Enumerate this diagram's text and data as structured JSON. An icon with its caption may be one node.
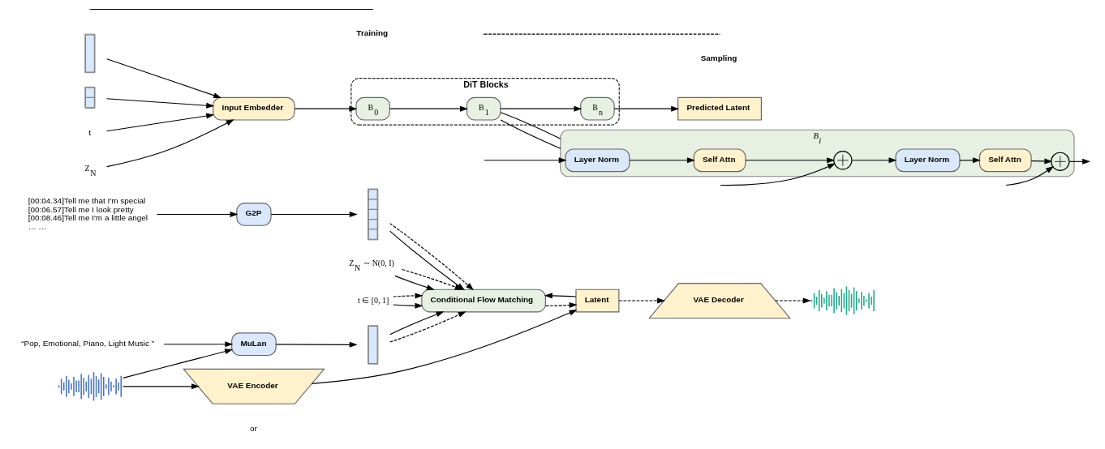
{
  "diagram": {
    "nodes": [
      {
        "text": [],
        "shape": "picture"
      },
      {
        "text": [
          "“Pop, Emotional, Piano, Light Music ”"
        ]
      },
      {
        "text": [
          "MuLan"
        ]
      },
      {
        "text": [],
        "shape": "bar"
      },
      {
        "text": [
          "[00:04.34]Tell me that I'm special",
          "[00:06.57]Tell me I look pretty",
          "[00:08.46]Tell me I'm a little angel",
          "… …"
        ]
      },
      {
        "text": [
          "G2P"
        ]
      },
      {
        "text": [],
        "shape": "bar"
      },
      {
        "text": [
          "Z$_{N}$ ∼ N(0, I)"
        ]
      },
      {
        "text": [
          "Conditional Flow Matching"
        ]
      },
      {
        "text": [
          "t ∈ [0, 1]"
        ]
      },
      {
        "text": [
          "VAE Encoder"
        ]
      },
      {
        "text": [
          "Latent"
        ]
      },
      {
        "text": [
          "VAE Decoder"
        ]
      },
      {
        "text": [],
        "shape": "picture"
      },
      {
        "text": [],
        "shape": "bar"
      },
      {
        "text": [],
        "shape": "bar"
      },
      {
        "text": [
          "t"
        ]
      },
      {
        "text": [
          "Z$_{N}$"
        ]
      },
      {
        "text": [
          "Input Embedder"
        ]
      },
      {
        "text": [
          "DiT Blocks"
        ]
      },
      {
        "text": [
          "B$_{0}$"
        ],
        "in": 19
      },
      {
        "text": [
          "B$_{1}$"
        ],
        "in": 19
      },
      {
        "text": [
          "B$_{n}$"
        ],
        "in": 19
      },
      {
        "text": [
          "Predicted Latent"
        ]
      },
      {
        "text": [
          "B$_{i}$"
        ]
      },
      {
        "text": [
          "Layer Norm"
        ],
        "in": 24
      },
      {
        "text": [
          "Self Attn"
        ],
        "in": 24
      },
      {
        "text": [],
        "shape": "circle",
        "in": 24
      },
      {
        "text": [
          "Layer Norm"
        ],
        "in": 24
      },
      {
        "text": [
          "Self Attn"
        ],
        "in": 24
      },
      {
        "text": [],
        "shape": "circle",
        "in": 24
      }
    ],
    "edges": [
      {
        "from": 0,
        "to": 2,
        "arrow": "to"
      },
      {
        "from": 1,
        "to": 2,
        "arrow": "to"
      },
      {
        "from": 0,
        "to": 10,
        "arrow": "to"
      },
      {
        "from": 2,
        "to": 3,
        "arrow": "to"
      },
      {
        "from": 3,
        "to": 8,
        "arrow": "to",
        "style": "dashed"
      },
      {
        "from": 3,
        "to": 8,
        "arrow": "to"
      },
      {
        "from": 4,
        "to": 5,
        "arrow": "to"
      },
      {
        "from": 5,
        "to": 6,
        "arrow": "to"
      },
      {
        "from": 6,
        "to": 8,
        "arrow": "to"
      },
      {
        "from": 6,
        "to": 8,
        "arrow": "to",
        "style": "dashed"
      },
      {
        "from": 7,
        "to": 8,
        "arrow": "to"
      },
      {
        "from": 7,
        "to": 8,
        "arrow": "to",
        "style": "dashed"
      },
      {
        "from": 9,
        "to": 8,
        "arrow": "to"
      },
      {
        "from": 9,
        "to": 8,
        "arrow": "to",
        "style": "dashed"
      },
      {
        "from": 10,
        "to": 11,
        "arrow": "to"
      },
      {
        "from": 11,
        "to": 8,
        "arrow": "to"
      },
      {
        "from": 8,
        "to": 11,
        "arrow": "to",
        "style": "dashed"
      },
      {
        "from": 11,
        "to": 12,
        "arrow": "to",
        "style": "dashed"
      },
      {
        "from": 12,
        "to": 13,
        "arrow": "to",
        "style": "dashed"
      },
      {
        "from": 14,
        "to": 18,
        "arrow": "to"
      },
      {
        "from": 15,
        "to": 18,
        "arrow": "to"
      },
      {
        "from": 16,
        "to": 18,
        "arrow": "to"
      },
      {
        "from": 17,
        "to": 18,
        "arrow": "to"
      },
      {
        "from": 18,
        "to": 20,
        "arrow": "to"
      },
      {
        "from": 20,
        "to": 21,
        "arrow": "to"
      },
      {
        "from": 21,
        "to": 22,
        "arrow": "to"
      },
      {
        "from": 22,
        "to": 23,
        "arrow": "to"
      },
      {
        "from": 21,
        "to": 24,
        "arrow": "none"
      },
      {
        "from": 21,
        "to": 24,
        "arrow": "none"
      },
      {
        "from": null,
        "to": 25,
        "arrow": "to"
      },
      {
        "from": 25,
        "to": 26,
        "arrow": "to"
      },
      {
        "from": 26,
        "to": 27,
        "arrow": "to"
      },
      {
        "from": null,
        "to": 27,
        "arrow": "to"
      },
      {
        "from": 27,
        "to": 28,
        "arrow": "to"
      },
      {
        "from": 28,
        "to": 29,
        "arrow": "to"
      },
      {
        "from": 29,
        "to": 30,
        "arrow": "to"
      },
      {
        "from": null,
        "to": 30,
        "arrow": "to"
      },
      {
        "from": 30,
        "to": null,
        "arrow": "to"
      }
    ],
    "labels": [
      "or"
    ],
    "legend": [
      {
        "text": "Training"
      },
      {
        "text": "Sampling"
      }
    ]
  }
}
